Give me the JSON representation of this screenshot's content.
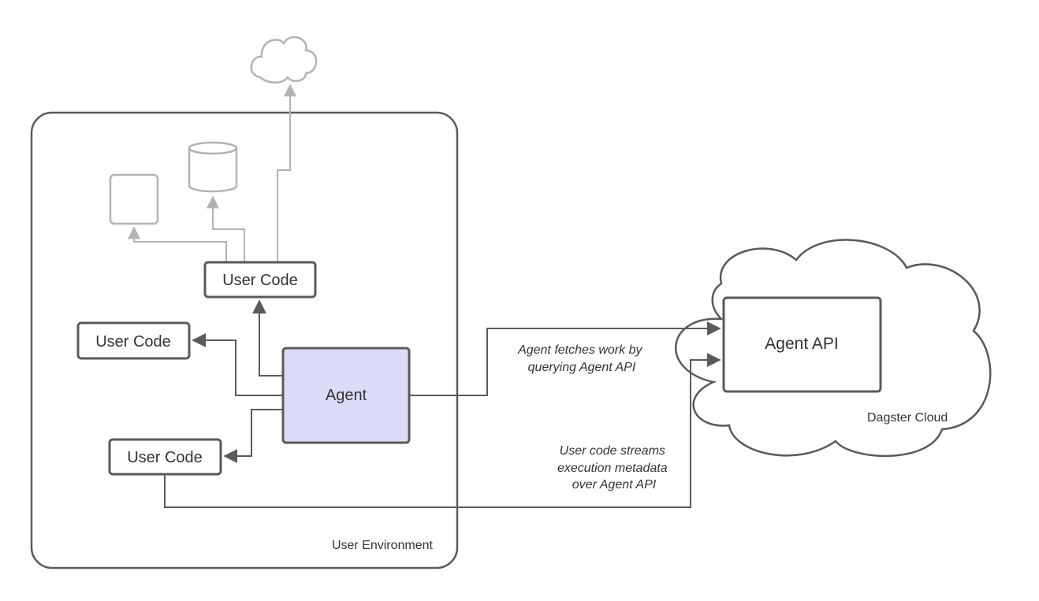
{
  "nodes": {
    "user_code_top": "User Code",
    "user_code_left": "User Code",
    "user_code_bottom": "User Code",
    "agent": "Agent",
    "agent_api": "Agent API"
  },
  "regions": {
    "user_environment": "User Environment",
    "dagster_cloud": "Dagster Cloud"
  },
  "annotations": {
    "fetch_line1": "Agent fetches work by",
    "fetch_line2": "querying Agent API",
    "stream_line1": "User code streams",
    "stream_line2": "execution metadata",
    "stream_line3": "over Agent API"
  },
  "colors": {
    "agent_fill": "#dcdcf8",
    "stroke_dark": "#5a5a5a",
    "stroke_faded": "#b3b3b3"
  }
}
